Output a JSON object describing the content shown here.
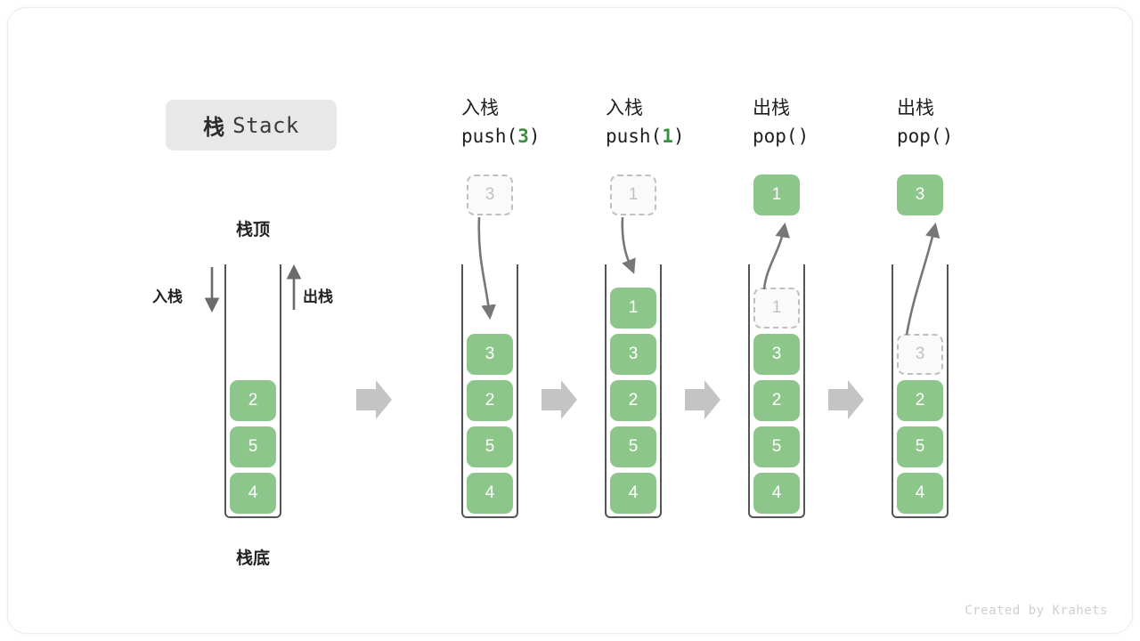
{
  "title": {
    "cn": "栈",
    "en": "Stack"
  },
  "labels": {
    "stack_top": "栈顶",
    "stack_bottom": "栈底",
    "push_side": "入栈",
    "pop_side": "出栈"
  },
  "colors": {
    "element_green": "#8cc68a",
    "ghost_border": "#bfbfbf",
    "ghost_text": "#c2c2c2",
    "wall": "#555555",
    "arrow_gray": "#777777",
    "separator_gray": "#c4c4c4",
    "title_chip_bg": "#e8e8e8",
    "code_arg_green": "#3a9142"
  },
  "stages": [
    {
      "id": "initial",
      "heading_cn": "",
      "heading_code_prefix": "",
      "heading_code_arg": "",
      "heading_code_suffix": "",
      "elements": [
        "2",
        "5",
        "4"
      ],
      "ghost_in_stack": null,
      "float_box": null,
      "float_kind": null
    },
    {
      "id": "push-3",
      "heading_cn": "入栈",
      "heading_code_prefix": "push(",
      "heading_code_arg": "3",
      "heading_code_suffix": ")",
      "elements": [
        "3",
        "2",
        "5",
        "4"
      ],
      "ghost_in_stack": null,
      "float_box": "3",
      "float_kind": "ghost"
    },
    {
      "id": "push-1",
      "heading_cn": "入栈",
      "heading_code_prefix": "push(",
      "heading_code_arg": "1",
      "heading_code_suffix": ")",
      "elements": [
        "1",
        "3",
        "2",
        "5",
        "4"
      ],
      "ghost_in_stack": null,
      "float_box": "1",
      "float_kind": "ghost"
    },
    {
      "id": "pop-1",
      "heading_cn": "出栈",
      "heading_code_prefix": "pop(",
      "heading_code_arg": "",
      "heading_code_suffix": ")",
      "elements": [
        "3",
        "2",
        "5",
        "4"
      ],
      "ghost_in_stack": "1",
      "float_box": "1",
      "float_kind": "filled"
    },
    {
      "id": "pop-3",
      "heading_cn": "出栈",
      "heading_code_prefix": "pop(",
      "heading_code_arg": "",
      "heading_code_suffix": ")",
      "elements": [
        "2",
        "5",
        "4"
      ],
      "ghost_in_stack": "3",
      "float_box": "3",
      "float_kind": "filled"
    }
  ],
  "footer": "Created by Krahets"
}
